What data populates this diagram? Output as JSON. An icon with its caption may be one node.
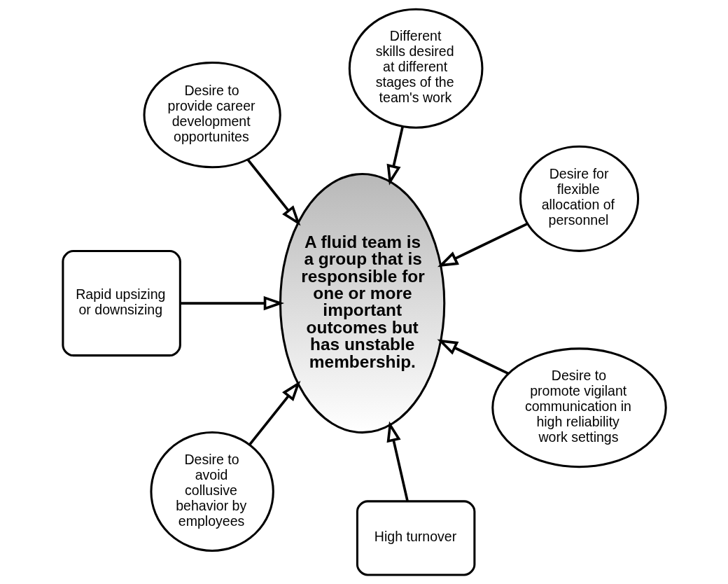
{
  "diagram": {
    "nodes": [
      {
        "text": [
          "A fluid team is a group that is responsible for one or more important outcomes but has unstable membership."
        ]
      },
      {
        "text": [
          "Desire for flexible allocation of personnel"
        ]
      },
      {
        "text": [
          "Different skills desired at different stages of the team's work"
        ]
      },
      {
        "text": [
          "Desire to provide career development opportunites"
        ]
      },
      {
        "text": [
          "Rapid upsizing or downsizing"
        ]
      },
      {
        "text": [
          "Desire to avoid collusive behavior by employees"
        ]
      },
      {
        "text": [
          "High turnover"
        ]
      },
      {
        "text": [
          "Desire to promote vigilant communication in high reliability work settings"
        ]
      }
    ],
    "edges": [
      {
        "from": 1,
        "to": 0,
        "arrow": "to"
      },
      {
        "from": 2,
        "to": 0,
        "arrow": "to"
      },
      {
        "from": 3,
        "to": 0,
        "arrow": "to"
      },
      {
        "from": 4,
        "to": 0,
        "arrow": "to"
      },
      {
        "from": 5,
        "to": 0,
        "arrow": "to"
      },
      {
        "from": 6,
        "to": 0,
        "arrow": "to"
      },
      {
        "from": 7,
        "to": 0,
        "arrow": "to"
      }
    ]
  }
}
